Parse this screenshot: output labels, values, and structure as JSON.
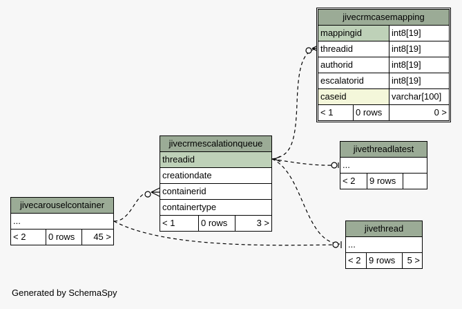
{
  "tables": {
    "jivecrmcasemapping": {
      "name": "jivecrmcasemapping",
      "columns": [
        {
          "name": "mappingid",
          "type": "int8[19]"
        },
        {
          "name": "threadid",
          "type": "int8[19]"
        },
        {
          "name": "authorid",
          "type": "int8[19]"
        },
        {
          "name": "escalatorid",
          "type": "int8[19]"
        },
        {
          "name": "caseid",
          "type": "varchar[100]"
        }
      ],
      "footer": {
        "parents": "< 1",
        "rows": "0 rows",
        "children": "0 >"
      }
    },
    "jivecrmescalationqueue": {
      "name": "jivecrmescalationqueue",
      "columns": [
        "threadid",
        "creationdate",
        "containerid",
        "containertype"
      ],
      "footer": {
        "parents": "< 1",
        "rows": "0 rows",
        "children": "3 >"
      }
    },
    "jivethreadlatest": {
      "name": "jivethreadlatest",
      "ellipsis": "...",
      "footer": {
        "parents": "< 2",
        "rows": "9 rows",
        "children": ""
      }
    },
    "jivecarouselcontainer": {
      "name": "jivecarouselcontainer",
      "ellipsis": "...",
      "footer": {
        "parents": "< 2",
        "rows": "0 rows",
        "children": "45 >"
      }
    },
    "jivethread": {
      "name": "jivethread",
      "ellipsis": "...",
      "footer": {
        "parents": "< 2",
        "rows": "9 rows",
        "children": "5 >"
      }
    }
  },
  "footer_text": "Generated by SchemaSpy"
}
